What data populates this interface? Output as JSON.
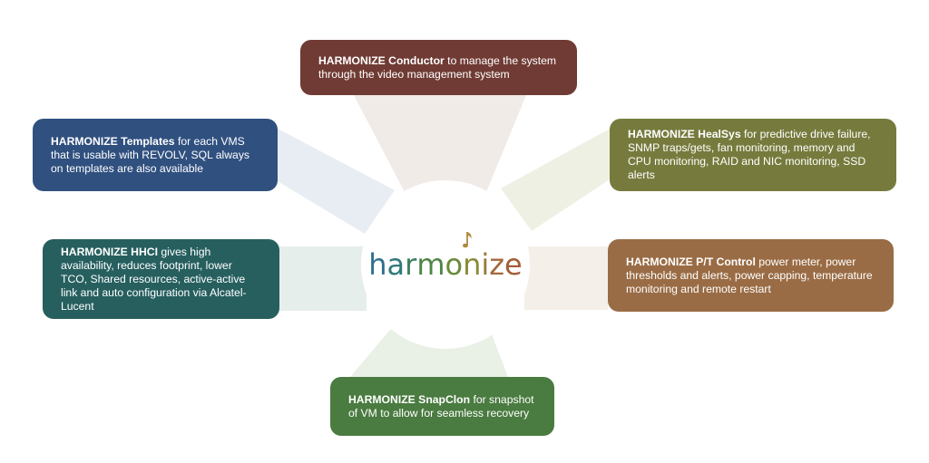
{
  "logo": {
    "text": "harmonize",
    "letter_colors": [
      "#2e6f8c",
      "#2f7a78",
      "#3d8060",
      "#4f8447",
      "#6b8a3c",
      "#8a8a37",
      "#9a7a3a",
      "#a4683a",
      "#a45c38"
    ],
    "note_color": "#b08a3c"
  },
  "nodes": [
    {
      "id": "conductor",
      "title": "HARMONIZE Conductor",
      "description": " to manage the system through the video management system",
      "color": "#703b34",
      "ray_color": "#f1ebe8"
    },
    {
      "id": "templates",
      "title": "HARMONIZE Templates",
      "description": " for each VMS that is usable with REVOLV, SQL always on templates are also available",
      "color": "#30507f",
      "ray_color": "#e8edf3"
    },
    {
      "id": "healsys",
      "title": "HARMONIZE HealSys",
      "description": " for predictive drive failure, SNMP traps/gets, fan monitoring, memory and CPU monitoring, RAID and NIC monitoring, SSD alerts",
      "color": "#767b3d",
      "ray_color": "#eff0e4"
    },
    {
      "id": "hhci",
      "title": "HARMONIZE HHCI",
      "description": " gives high availability, reduces footprint, lower TCO, Shared resources, active-active link and auto configuration via Alcatel-Lucent",
      "color": "#275f5f",
      "ray_color": "#e6eeec"
    },
    {
      "id": "ptcontrol",
      "title": "HARMONIZE P/T Control",
      "description": " power meter, power thresholds and alerts, power capping, temperature monitoring and remote restart",
      "color": "#9a6c45",
      "ray_color": "#f4efe8"
    },
    {
      "id": "snapclon",
      "title": "HARMONIZE SnapClon",
      "description": " for snapshot of VM to allow for seamless recovery",
      "color": "#4a7b40",
      "ray_color": "#e9f0e5"
    }
  ]
}
